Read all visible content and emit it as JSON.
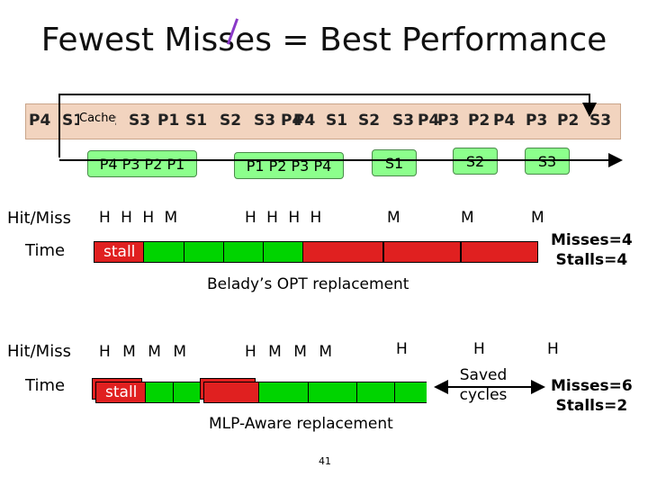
{
  "title": "Fewest Misses = Best Performance",
  "cache_label": "Cache",
  "access_sequence": [
    "P4",
    "S1",
    "S2",
    "S3",
    "P1",
    "S1",
    "S2",
    "S3",
    "P4",
    "P4",
    "S1",
    "S2",
    "S3",
    "P4",
    "P3",
    "P2",
    "P4",
    "P3",
    "P2",
    "S3"
  ],
  "cache_states": [
    "P4 P3 P2 P1",
    "P1 P2 P3 P4",
    "S1",
    "S2",
    "S3"
  ],
  "opt": {
    "row_label": "Hit/Miss",
    "time_label": "Time",
    "hits": [
      "H H H M",
      "H H H H",
      "M",
      "M",
      "M"
    ],
    "stall_label": "stall",
    "summary_misses": "Misses=4",
    "summary_stalls": "Stalls=4",
    "caption": "Belady’s OPT replacement"
  },
  "mlp": {
    "row_label": "Hit/Miss",
    "time_label": "Time",
    "hits": [
      "H M M M",
      "H M M M",
      "H",
      "H",
      "H"
    ],
    "stall_label": "stall",
    "saved_label": "Saved cycles",
    "summary_misses": "Misses=6",
    "summary_stalls": "Stalls=2",
    "caption": "MLP-Aware replacement"
  },
  "page_number": "41",
  "colors": {
    "strip": "#f2d4bf",
    "cache_box": "#8cff8c",
    "time_bar": "#00d400",
    "stall": "#e02020",
    "slash": "#8a39c8"
  }
}
